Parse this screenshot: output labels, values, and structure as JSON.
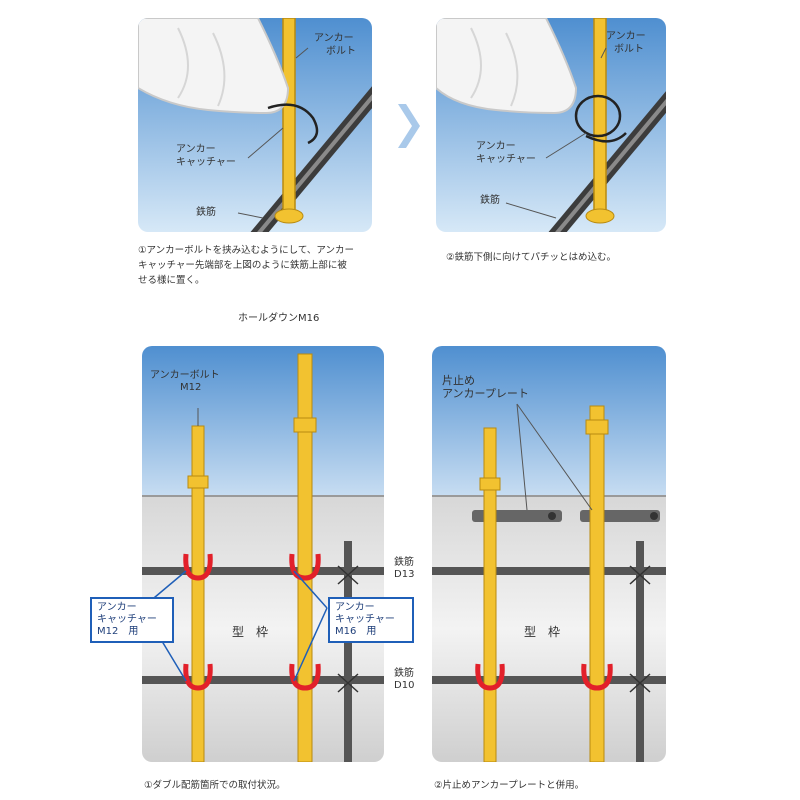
{
  "top_left": {
    "label_anchor_bolt": [
      "アンカー",
      "ボルト"
    ],
    "label_anchor_catcher": [
      "アンカー",
      "キャッチャー"
    ],
    "label_rebar": "鉄筋",
    "caption": [
      "①アンカーボルトを挟み込むようにして、アンカー",
      "キャッチャー先端部を上図のように鉄筋上部に被",
      "せる様に置く。"
    ]
  },
  "top_right": {
    "label_anchor_bolt": [
      "アンカー",
      "ボルト"
    ],
    "label_anchor_catcher": [
      "アンカー",
      "キャッチャー"
    ],
    "label_rebar": "鉄筋",
    "caption": "②鉄筋下側に向けてパチッとはめ込む。"
  },
  "bottom_left": {
    "holddown_label": "ホールダウンM16",
    "anchor_bolt_label": [
      "アンカーボルト",
      "M12"
    ],
    "formwork_label": "型　枠",
    "rebar_d13": [
      "鉄筋",
      "D13"
    ],
    "rebar_d10": [
      "鉄筋",
      "D10"
    ],
    "callout_m12": [
      "アンカー",
      "キャッチャー",
      "M12　用"
    ],
    "callout_m16": [
      "アンカー",
      "キャッチャー",
      "M16　用"
    ],
    "caption": "①ダブル配筋箇所での取付状況。"
  },
  "bottom_right": {
    "plate_label": [
      "片止め",
      "アンカープレート"
    ],
    "formwork_label": "型　枠",
    "caption": "②片止めアンカープレートと併用。"
  },
  "colors": {
    "sky": "#6aa6dc",
    "bolt_yellow": "#f2c230",
    "catcher_red": "#e2202a",
    "callout_blue": "#1f5fb8",
    "rebar_gray": "#555555"
  },
  "icons": [
    "next-step-chevron-icon"
  ]
}
